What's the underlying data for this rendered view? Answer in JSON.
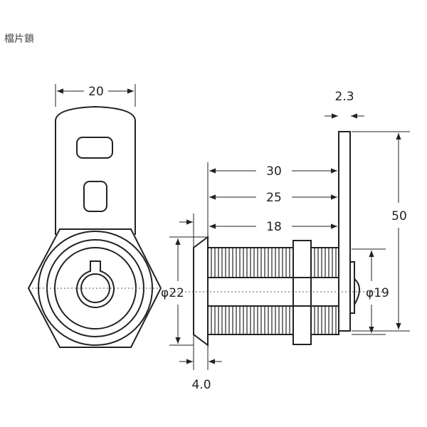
{
  "title": "檔片鎖",
  "drawing": {
    "dimensions": {
      "width_front": "20",
      "plate_thickness": "2.3",
      "length_30": "30",
      "length_25": "25",
      "length_18": "18",
      "height": "50",
      "flange_diameter": "φ22",
      "body_diameter": "φ19",
      "flange_thickness": "4.0"
    }
  }
}
